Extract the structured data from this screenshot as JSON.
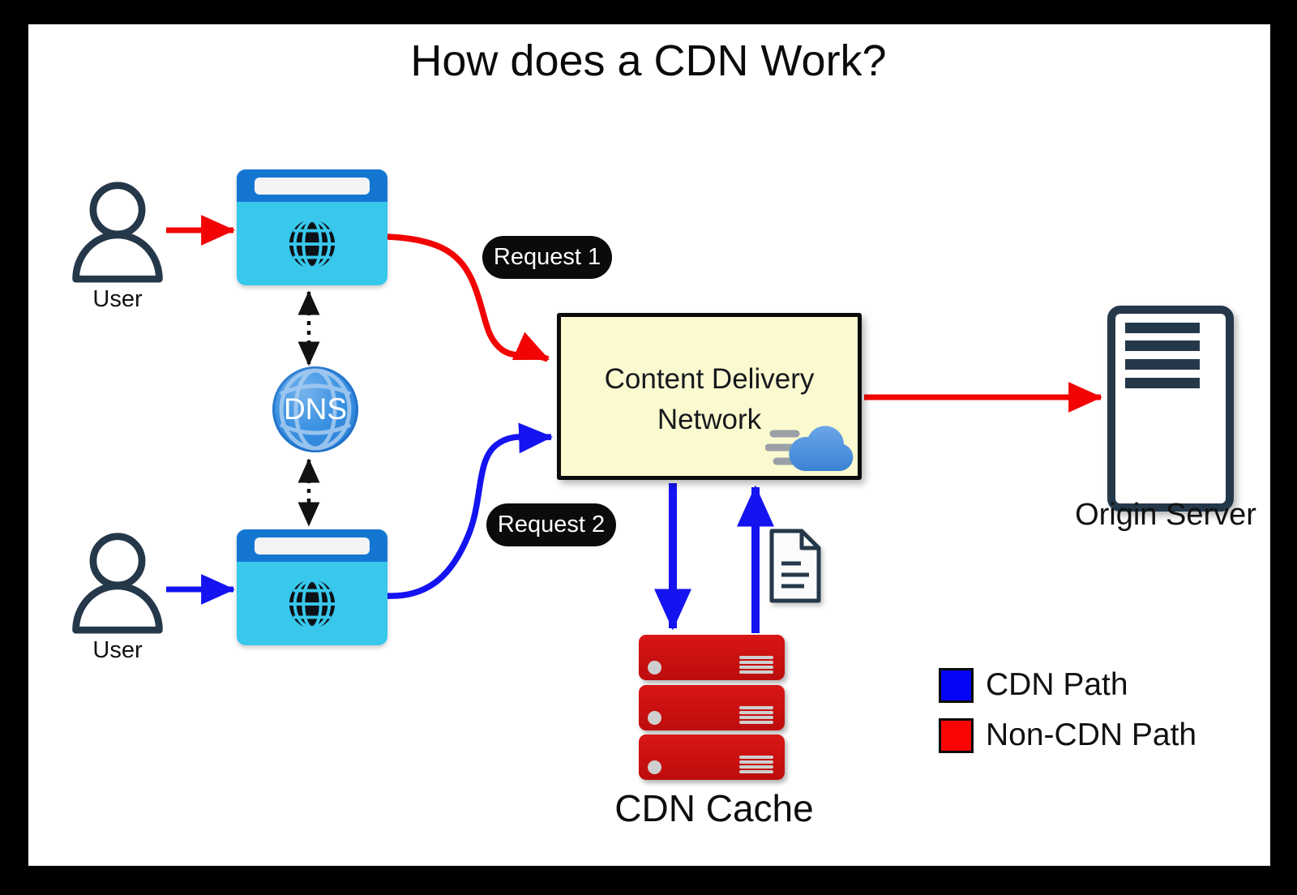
{
  "title": "How does a CDN Work?",
  "nodes": {
    "user_top": {
      "label": "User"
    },
    "user_bottom": {
      "label": "User"
    },
    "browser_top": {
      "icon": "globe-icon"
    },
    "browser_bottom": {
      "icon": "globe-icon"
    },
    "dns": {
      "label": "DNS"
    },
    "cdn": {
      "label_line1": "Content Delivery",
      "label_line2": "Network",
      "icon": "cloud-icon"
    },
    "origin_server": {
      "label": "Origin Server"
    },
    "cdn_cache": {
      "label": "CDN Cache"
    },
    "cached_document": {
      "icon": "document-icon"
    }
  },
  "annotations": {
    "request1": "Request 1",
    "request2": "Request 2"
  },
  "legend": {
    "items": [
      {
        "label": "CDN Path",
        "color": "#0404f8"
      },
      {
        "label": "Non-CDN Path",
        "color": "#fb0404"
      }
    ]
  },
  "colors": {
    "cdn_path_blue": "#1414f0",
    "non_cdn_path_red": "#f20404",
    "browser_header": "#1576d2",
    "browser_body": "#38c8ec",
    "dns_globe": "#3b92e2",
    "cdn_box_fill": "#fbf9cf",
    "cache_server_red": "#cf1110",
    "outline_navy": "#25384a",
    "annotation_pill": "#0b0b0b"
  }
}
